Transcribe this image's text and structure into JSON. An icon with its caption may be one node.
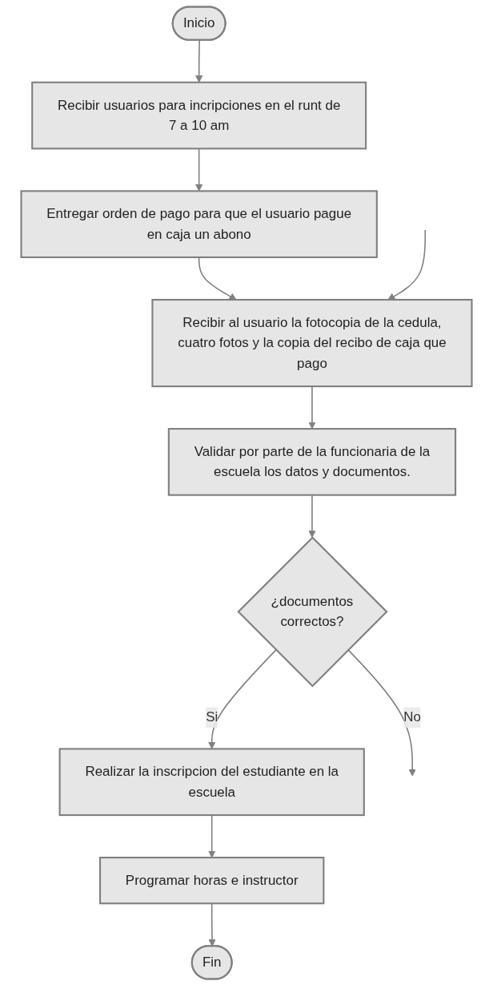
{
  "diagram": {
    "nodes": [
      {
        "text": [
          "Inicio"
        ]
      },
      {
        "text": [
          "Recibir usuarios para incripciones en el runt de 7 a 10 am"
        ]
      },
      {
        "text": [
          "Entregar orden de pago para que el usuario pague en caja un abono"
        ]
      },
      {
        "text": [
          "Recibir al usuario la fotocopia de la cedula, cuatro fotos y la copia del recibo de caja que pago"
        ]
      },
      {
        "text": [
          "Validar por parte de la funcionaria de la escuela los datos y documentos."
        ]
      },
      {
        "text": [
          "¿documentos correctos?"
        ]
      },
      {
        "text": [
          "Realizar la inscripcion del estudiante en la escuela"
        ]
      },
      {
        "text": [
          "Programar horas e instructor"
        ]
      },
      {
        "text": [
          "Fin"
        ]
      }
    ],
    "edges": [
      {
        "from": 0,
        "to": 1,
        "arrow": "to"
      },
      {
        "from": 1,
        "to": 2,
        "arrow": "to"
      },
      {
        "from": 2,
        "to": 3,
        "arrow": "to"
      },
      {
        "from": null,
        "to": 3,
        "arrow": "to"
      },
      {
        "from": 3,
        "to": 4,
        "arrow": "to"
      },
      {
        "from": 4,
        "to": 5,
        "arrow": "to"
      },
      {
        "from": 5,
        "to": null,
        "arrow": "to",
        "label": "No"
      },
      {
        "from": 5,
        "to": 6,
        "arrow": "to",
        "label": "Si"
      },
      {
        "from": 6,
        "to": 7,
        "arrow": "to"
      },
      {
        "from": 7,
        "to": 8,
        "arrow": "to"
      }
    ]
  }
}
